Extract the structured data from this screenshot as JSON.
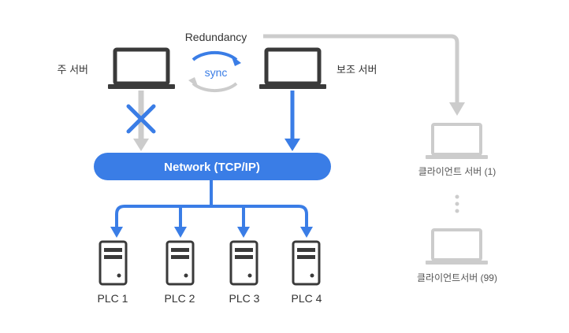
{
  "labels": {
    "redundancy": "Redundancy",
    "sync": "sync",
    "primary_server": "주 서버",
    "backup_server": "보조 서버",
    "network": "Network (TCP/IP)",
    "client_1": "클라이언트 서버 (1)",
    "client_99": "클라이언트서버 (99)"
  },
  "plcs": [
    {
      "label": "PLC 1"
    },
    {
      "label": "PLC 2"
    },
    {
      "label": "PLC 3"
    },
    {
      "label": "PLC 4"
    }
  ],
  "colors": {
    "accent": "#3a7de6",
    "gray": "#cccccc",
    "dark": "#3a3a3a",
    "text": "#333333",
    "client_text": "#555555"
  }
}
